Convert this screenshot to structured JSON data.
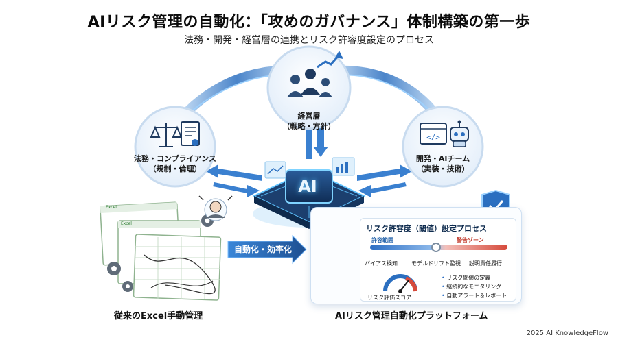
{
  "header": {
    "title": "AIリスク管理の自動化：「攻めのガバナンス」体制構築の第一歩",
    "subtitle": "法務・開発・経営層の連携とリスク許容度設定のプロセス"
  },
  "nodes": {
    "management": {
      "line1": "経営層",
      "line2": "（戦略・方針）"
    },
    "legal": {
      "line1": "法務・コンプライアンス",
      "line2": "（規制・倫理）"
    },
    "dev": {
      "line1": "開発・AIチーム",
      "line2": "（実装・技術）"
    }
  },
  "hub": {
    "label": "AI"
  },
  "transition": {
    "label": "自動化・効率化"
  },
  "excel": {
    "caption": "従来のExcel手動管理",
    "sheet_tag": "Excel"
  },
  "platform": {
    "caption": "AIリスク管理自動化プラットフォーム",
    "risk_process": {
      "title": "リスク許容度（閾値）設定プロセス",
      "zone_allowed": "許容範囲",
      "zone_warning": "警告ゾーン",
      "indicators": [
        "バイアス検知",
        "モデルドリフト監視",
        "説明責任履行"
      ],
      "gauge_label": "リスク評価スコア",
      "bullets": [
        "リスク閾値の定義",
        "継続的なモニタリング",
        "自動アラート＆レポート"
      ]
    }
  },
  "footer": {
    "credit": "2025 AI KnowledgeFlow"
  },
  "colors": {
    "accent": "#1f5fa8",
    "glow": "#5fc3ff",
    "warning": "#d64a3b",
    "excel_green": "#2e7d32"
  }
}
